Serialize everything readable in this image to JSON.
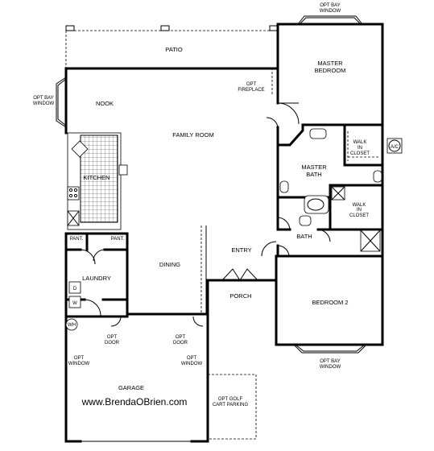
{
  "rooms": {
    "patio": "PATIO",
    "master_bedroom": [
      "MASTER",
      "BEDROOM"
    ],
    "nook": "NOOK",
    "family_room": "FAMILY ROOM",
    "kitchen": "KITCHEN",
    "master_bath": [
      "MASTER",
      "BATH"
    ],
    "walk_in_closet_1": [
      "WALK",
      "IN",
      "CLOSET"
    ],
    "walk_in_closet_2": [
      "WALK",
      "IN",
      "CLOSET"
    ],
    "pant_1": "PANT.",
    "pant_2": "PANT.",
    "bath": "BATH",
    "entry": "ENTRY",
    "dining": "DINING",
    "laundry": "LAUNDRY",
    "porch": "PORCH",
    "bedroom_2": "BEDROOM 2",
    "garage": "GARAGE"
  },
  "options": {
    "opt_bay_window_top": [
      "OPT BAY",
      "WINDOW"
    ],
    "opt_bay_window_left": [
      "OPT BAY",
      "WINDOW"
    ],
    "opt_bay_window_bottom": [
      "OPT BAY",
      "WINDOW"
    ],
    "opt_fireplace": [
      "OPT",
      "FIREPLACE"
    ],
    "opt_door_left": [
      "OPT",
      "DOOR"
    ],
    "opt_door_right": [
      "OPT",
      "DOOR"
    ],
    "opt_window_left": [
      "OPT",
      "WINDOW"
    ],
    "opt_window_right": [
      "OPT",
      "WINDOW"
    ],
    "opt_golf_cart_parking": [
      "OPT GOLF",
      "CART PARKING"
    ]
  },
  "fixtures": {
    "ac": "A/C",
    "washer": "W",
    "dryer": "D",
    "water_heater": "WH"
  },
  "watermark": "www.BrendaOBrien.com"
}
